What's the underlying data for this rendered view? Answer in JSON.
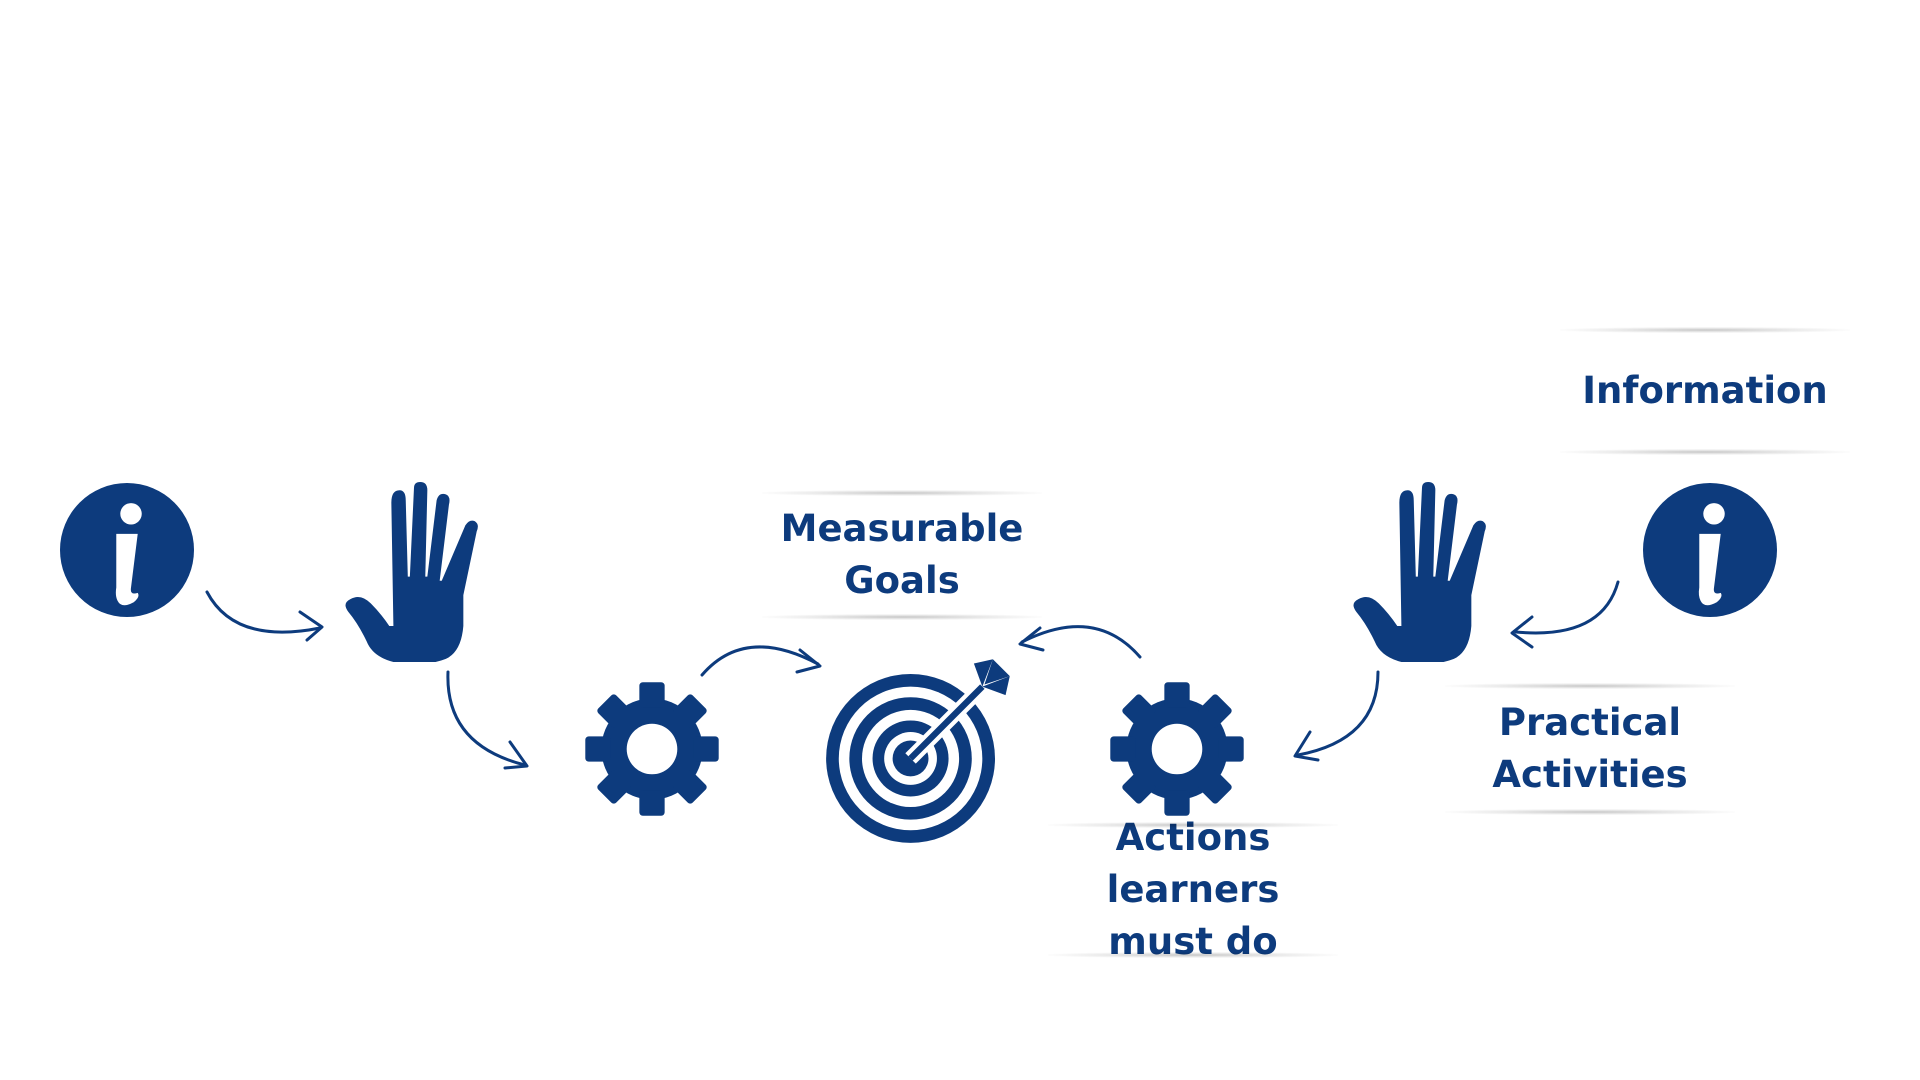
{
  "theme": {
    "primary": "#0d3b7d",
    "background": "#ffffff"
  },
  "labels": {
    "information": "Information",
    "measurable_goals": "Measurable\nGoals",
    "practical_activities": "Practical\nActivities",
    "actions_learners": "Actions learners\nmust do"
  },
  "icons": [
    "info-circle-icon",
    "raised-hand-icon",
    "gear-icon",
    "target-icon",
    "gear-icon",
    "raised-hand-icon",
    "info-circle-icon",
    "curved-arrow-icon"
  ]
}
